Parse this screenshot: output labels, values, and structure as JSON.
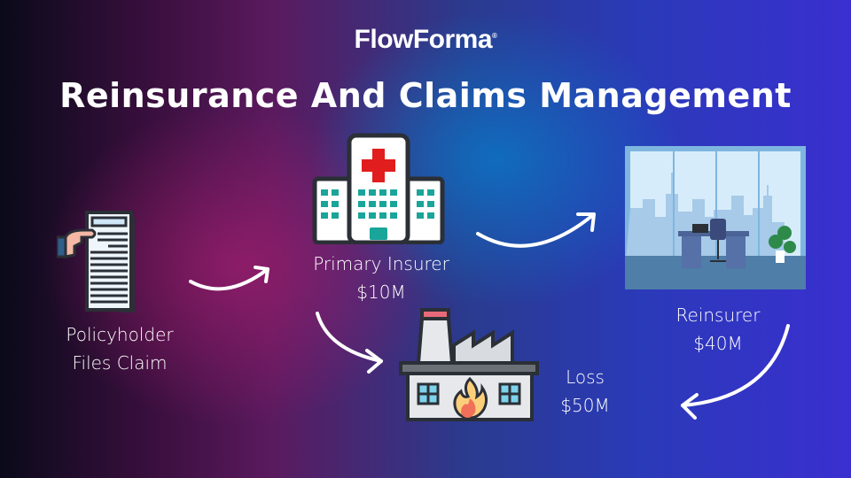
{
  "brand": {
    "logo": "FlowForma",
    "trademark": "®"
  },
  "title": "Reinsurance And Claims Management",
  "nodes": [
    {
      "id": "policyholder",
      "icon": "document-hand-icon",
      "label_lines": [
        "Policyholder",
        "Files Claim"
      ]
    },
    {
      "id": "primary_insurer",
      "icon": "hospital-icon",
      "label_lines": [
        "Primary Insurer",
        "$10M"
      ]
    },
    {
      "id": "reinsurer",
      "icon": "office-icon",
      "label_lines": [
        "Reinsurer",
        "$40M"
      ]
    },
    {
      "id": "loss",
      "icon": "factory-fire-icon",
      "label_lines": [
        "Loss",
        "$50M"
      ]
    }
  ],
  "edges": [
    {
      "from": "policyholder",
      "to": "primary_insurer"
    },
    {
      "from": "primary_insurer",
      "to": "reinsurer"
    },
    {
      "from": "primary_insurer",
      "to": "loss"
    },
    {
      "from": "reinsurer",
      "to": "loss"
    }
  ],
  "colors": {
    "text": "#ffffff",
    "teal": "#1aa59a",
    "red_cross": "#e11d1d",
    "outline": "#2b2f36"
  }
}
